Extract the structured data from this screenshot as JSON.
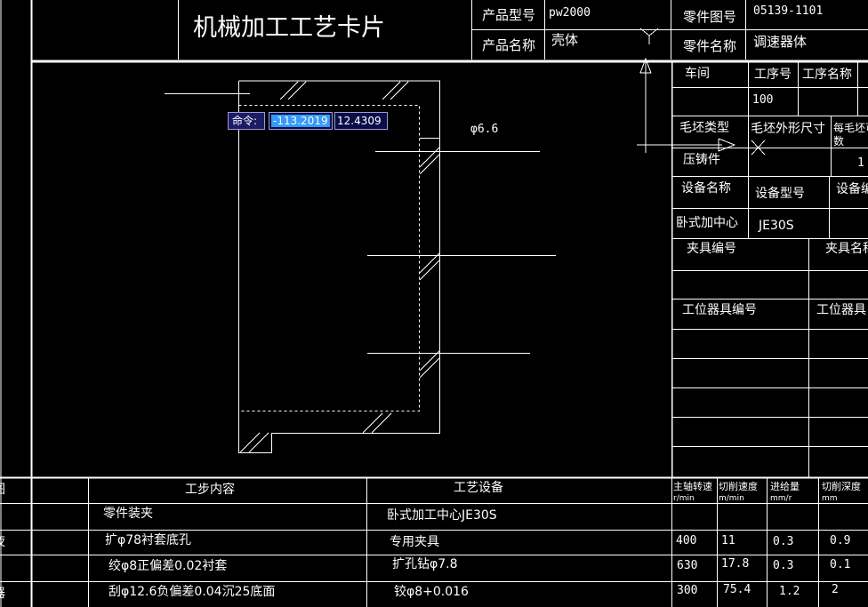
{
  "header": {
    "card_title": "机械加工工艺卡片",
    "product_model_label": "产品型号",
    "product_model_value": "pw2000",
    "product_name_label": "产品名称",
    "product_name_value": "壳体",
    "part_drawing_no_label": "零件图号",
    "part_drawing_no_value": "05139-1101",
    "part_name_label": "零件名称",
    "part_name_value": "调速器体"
  },
  "drawing": {
    "diameter_label": "φ6.6"
  },
  "command_input": {
    "prompt": "命令:",
    "x_value": "-113.2019",
    "y_value": "12.4309"
  },
  "info_panel": {
    "workshop_label": "车间",
    "operation_no_label": "工序号",
    "operation_name_label": "工序名称",
    "operation_no_value": "100",
    "blank_type_label": "毛坯类型",
    "blank_size_label": "毛坯外形尺寸",
    "per_blank_label_1": "每毛坯可",
    "per_blank_label_2": "数",
    "blank_type_value": "压铸件",
    "per_blank_value": "1",
    "equipment_name_label": "设备名称",
    "equipment_model_label": "设备型号",
    "equipment_no_label": "设备编",
    "equipment_name_value": "卧式加中心",
    "equipment_model_value": "JE30S",
    "fixture_no_label": "夹具编号",
    "fixture_name_label": "夹具名称",
    "station_tool_no_label": "工位器具编号",
    "station_tool_name_label": "工位器具"
  },
  "left_edge_fragments": [
    "图",
    "夜",
    "器"
  ],
  "steps_table": {
    "step_content_header": "工步内容",
    "equipment_header": "工艺设备",
    "spindle_speed_header": "主轴转速",
    "spindle_speed_unit": "r/min",
    "cutting_speed_header": "切削速度",
    "cutting_speed_unit": "m/min",
    "feed_header": "进给量",
    "feed_unit": "mm/r",
    "depth_header": "切削深度",
    "depth_unit": "mm",
    "rows": [
      {
        "content": "零件装夹",
        "equipment": "卧式加工中心JE30S",
        "speed": "",
        "cutting": "",
        "feed": "",
        "depth": ""
      },
      {
        "content": "扩φ78衬套底孔",
        "equipment": "专用夹具",
        "speed": "400",
        "cutting": "11",
        "feed": "0.3",
        "depth": "0.9"
      },
      {
        "content": "绞φ8正偏差0.02衬套",
        "equipment": "扩孔钻φ7.8",
        "speed": "630",
        "cutting": "17.8",
        "feed": "0.3",
        "depth": "0.1"
      },
      {
        "content": "刮φ12.6负偏差0.04沉25底面",
        "equipment": "铰φ8+0.016",
        "speed": "300",
        "cutting": "75.4",
        "feed": "1.2",
        "depth": "2"
      }
    ]
  }
}
